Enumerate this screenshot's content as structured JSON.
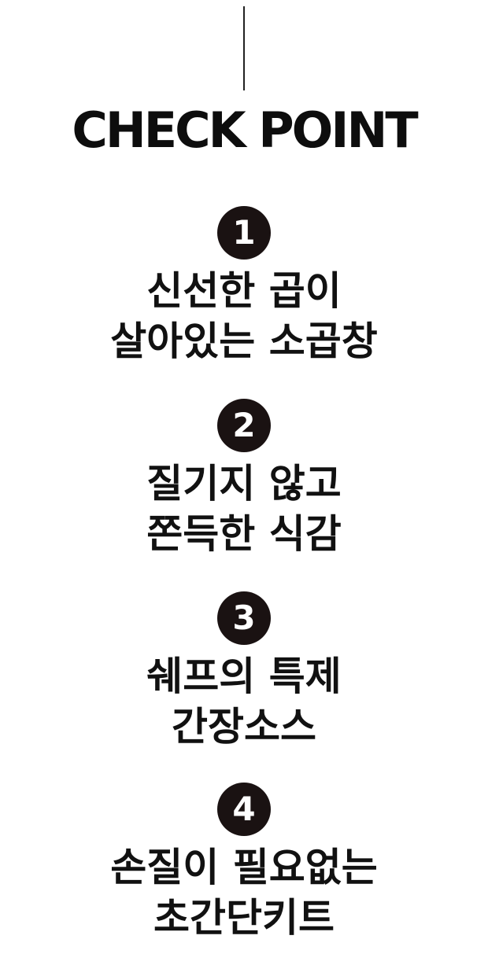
{
  "title": "CHECK POINT",
  "points": [
    {
      "number": "1",
      "line1": "신선한 곱이",
      "line2": "살아있는 소곱창"
    },
    {
      "number": "2",
      "line1": "질기지 않고",
      "line2": "쫀득한 식감"
    },
    {
      "number": "3",
      "line1": "쉐프의 특제",
      "line2": "간장소스"
    },
    {
      "number": "4",
      "line1": "손질이 필요없는",
      "line2": "초간단키트"
    }
  ]
}
